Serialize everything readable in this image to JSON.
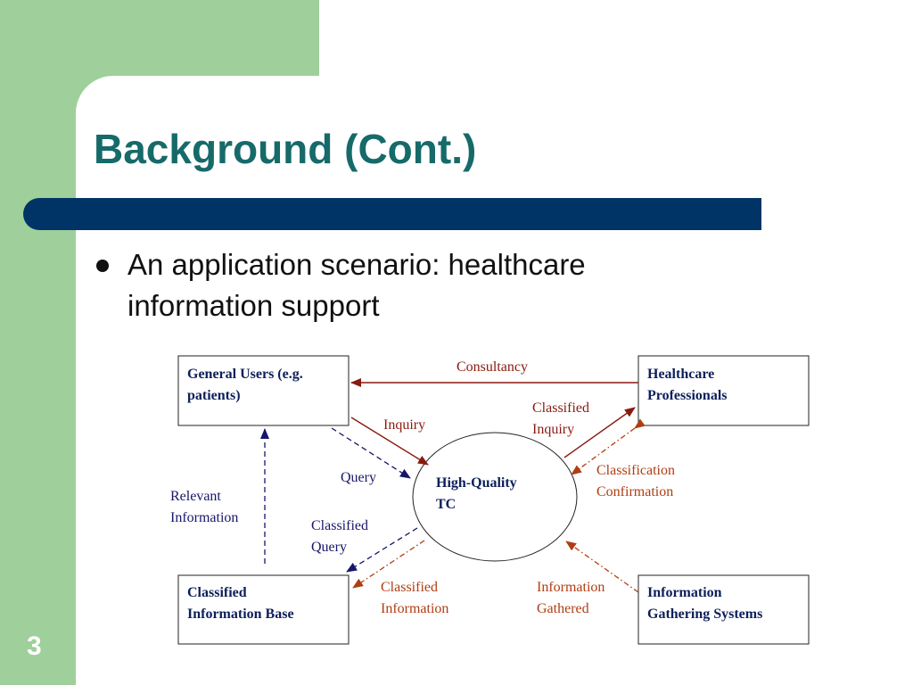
{
  "slide": {
    "title": "Background (Cont.)",
    "bullet": "An application scenario: healthcare information support",
    "page_number": "3"
  },
  "diagram": {
    "nodes": {
      "general_users": [
        "General Users (e.g.",
        "patients)"
      ],
      "healthcare_professionals": [
        "Healthcare",
        "Professionals"
      ],
      "high_quality_tc": [
        "High-Quality",
        "TC"
      ],
      "classified_information_base": [
        "Classified",
        "Information Base"
      ],
      "information_gathering_systems": [
        "Information",
        "Gathering Systems"
      ]
    },
    "edges": {
      "consultancy": [
        "Consultancy"
      ],
      "inquiry": [
        "Inquiry"
      ],
      "classified_inquiry": [
        "Classified",
        "Inquiry"
      ],
      "classification_confirmation": [
        "Classification",
        "Confirmation"
      ],
      "query": [
        "Query"
      ],
      "relevant_information": [
        "Relevant",
        "Information"
      ],
      "classified_query": [
        "Classified",
        "Query"
      ],
      "classified_information": [
        "Classified",
        "Information"
      ],
      "information_gathered": [
        "Information",
        "Gathered"
      ]
    },
    "colors": {
      "red": "#8a1a10",
      "orange": "#b03d12",
      "blue": "#16166a",
      "node_text": "#0c1f5a",
      "title": "#166a6a",
      "bar": "#003366",
      "background_green": "#9fcf9a"
    }
  }
}
